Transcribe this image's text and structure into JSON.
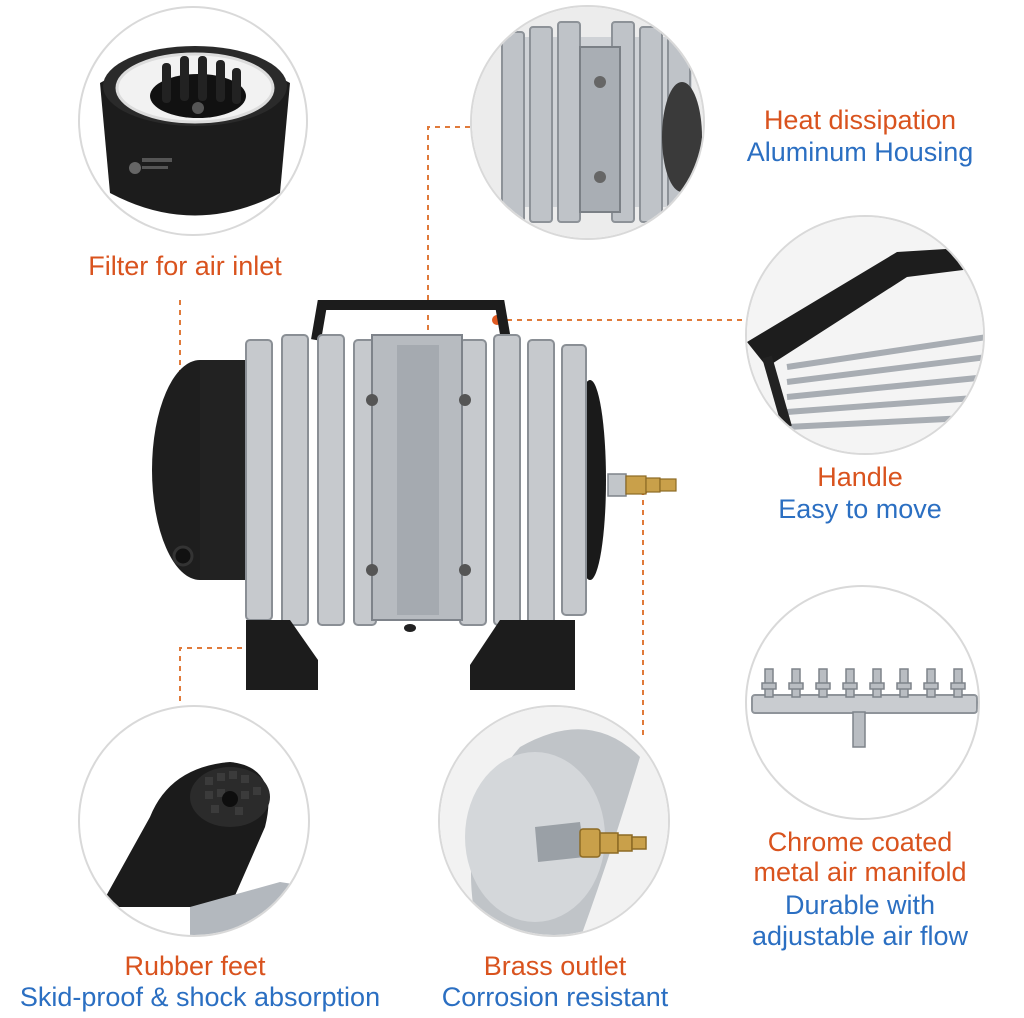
{
  "callouts": {
    "filter": {
      "title": "Filter for air inlet"
    },
    "heat": {
      "title": "Heat dissipation",
      "subtitle": "Aluminum Housing"
    },
    "handle": {
      "title": "Handle",
      "subtitle": "Easy to move"
    },
    "manifold": {
      "title1": "Chrome coated",
      "title2": "metal air manifold",
      "subtitle1": "Durable with",
      "subtitle2": "adjustable air flow"
    },
    "feet": {
      "title": "Rubber feet",
      "subtitle": "Skid-proof & shock absorption"
    },
    "outlet": {
      "title": "Brass outlet",
      "subtitle": "Corrosion resistant"
    }
  },
  "colors": {
    "accent_orange": "#d9531e",
    "accent_blue": "#2b6fc2",
    "circle_border": "#d9d9d9",
    "leader_line": "#e07a3a"
  }
}
